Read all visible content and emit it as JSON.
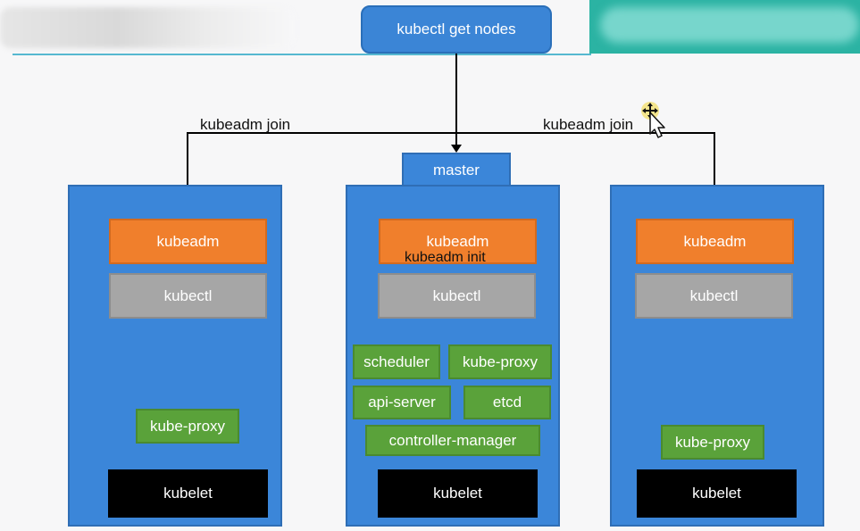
{
  "header": {
    "command": "kubectl get nodes",
    "colors": {
      "teal_bar": "#2bb3a3",
      "rule": "#56b8d0"
    }
  },
  "connectors": {
    "left_label": "kubeadm join",
    "right_label": "kubeadm join"
  },
  "nodes": {
    "left": {
      "kubeadm": "kubeadm",
      "kubectl": "kubectl",
      "components": [
        "kube-proxy"
      ],
      "kubelet": "kubelet"
    },
    "master": {
      "tab": "master",
      "kubeadm": "kubeadm",
      "kubeadm_cmd": "kubeadm init",
      "kubectl": "kubectl",
      "components": [
        "scheduler",
        "kube-proxy",
        "api-server",
        "etcd",
        "controller-manager"
      ],
      "kubelet": "kubelet"
    },
    "right": {
      "kubeadm": "kubeadm",
      "kubectl": "kubectl",
      "components": [
        "kube-proxy"
      ],
      "kubelet": "kubelet"
    }
  },
  "colors": {
    "node": "#3b86d9",
    "kubeadm": "#f07f2c",
    "kubectl": "#a6a6a6",
    "component": "#5aa23a",
    "kubelet": "#000000"
  },
  "cursor": {
    "icon": "move-cursor-icon"
  }
}
